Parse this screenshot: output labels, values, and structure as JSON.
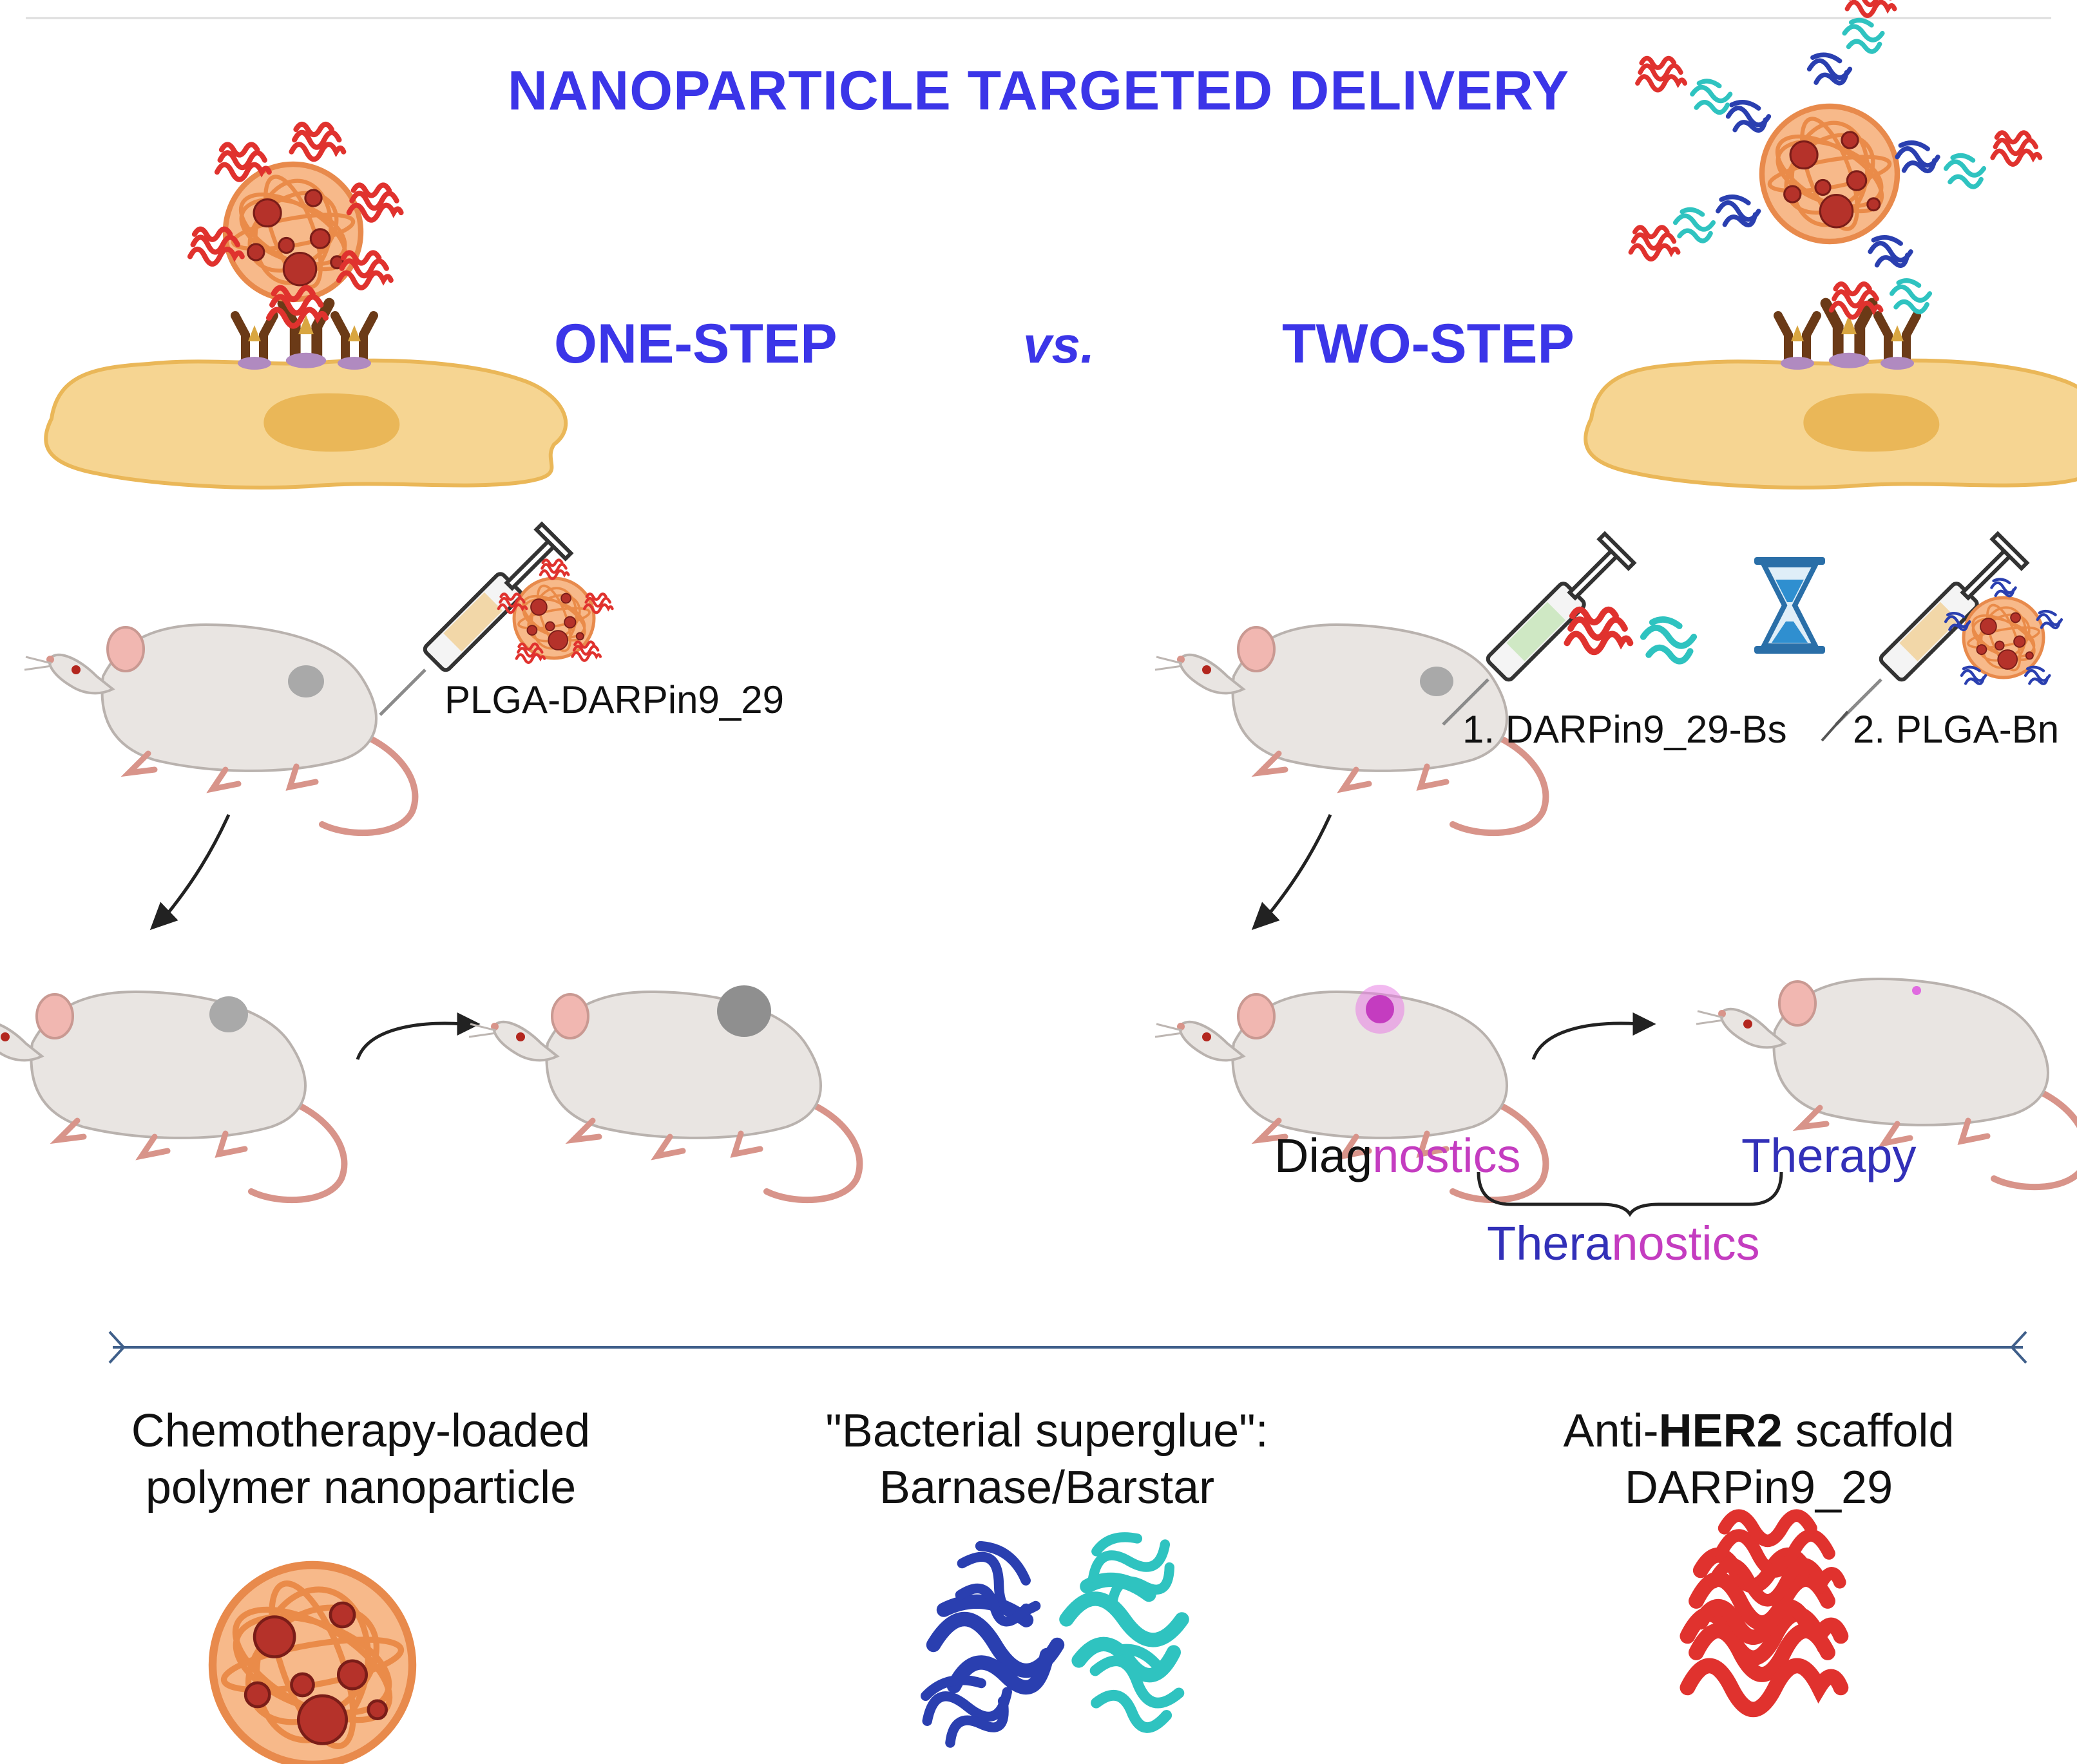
{
  "title": "NANOPARTICLE TARGETED DELIVERY",
  "header": {
    "one_step": "ONE-STEP",
    "vs": "vs.",
    "two_step": "TWO-STEP"
  },
  "one_step": {
    "injection_label": "PLGA-DARPin9_29"
  },
  "two_step": {
    "step1_label": "1.  DARPin9_29-Bs",
    "step2_label": "2. PLGA-Bn",
    "diagnostics": {
      "part1": "Diag",
      "part2": "nostics"
    },
    "therapy": "Therapy",
    "theranostics": {
      "part1": "Thera",
      "part2": "nostics"
    }
  },
  "legend": {
    "nanoparticle": {
      "line1": "Chemotherapy-loaded",
      "line2": "polymer nanoparticle"
    },
    "superglue": {
      "line1": "\"Bacterial superglue\":",
      "line2": "Barnase/Barstar"
    },
    "darpin": {
      "prefix": "Anti-",
      "bold": "HER2",
      "suffix": " scaffold",
      "line2": "DARPin9_29"
    }
  },
  "colors": {
    "heading": "#3b35e8",
    "nanoparticle": "#f4a56a",
    "drug": "#b5322a",
    "darpin": "#e0322e",
    "barnase": "#2a3fb0",
    "barstar": "#2fc3c0",
    "cell": "#f6d592",
    "magenta": "#c43cc0",
    "therapy_blue": "#3230b8"
  }
}
